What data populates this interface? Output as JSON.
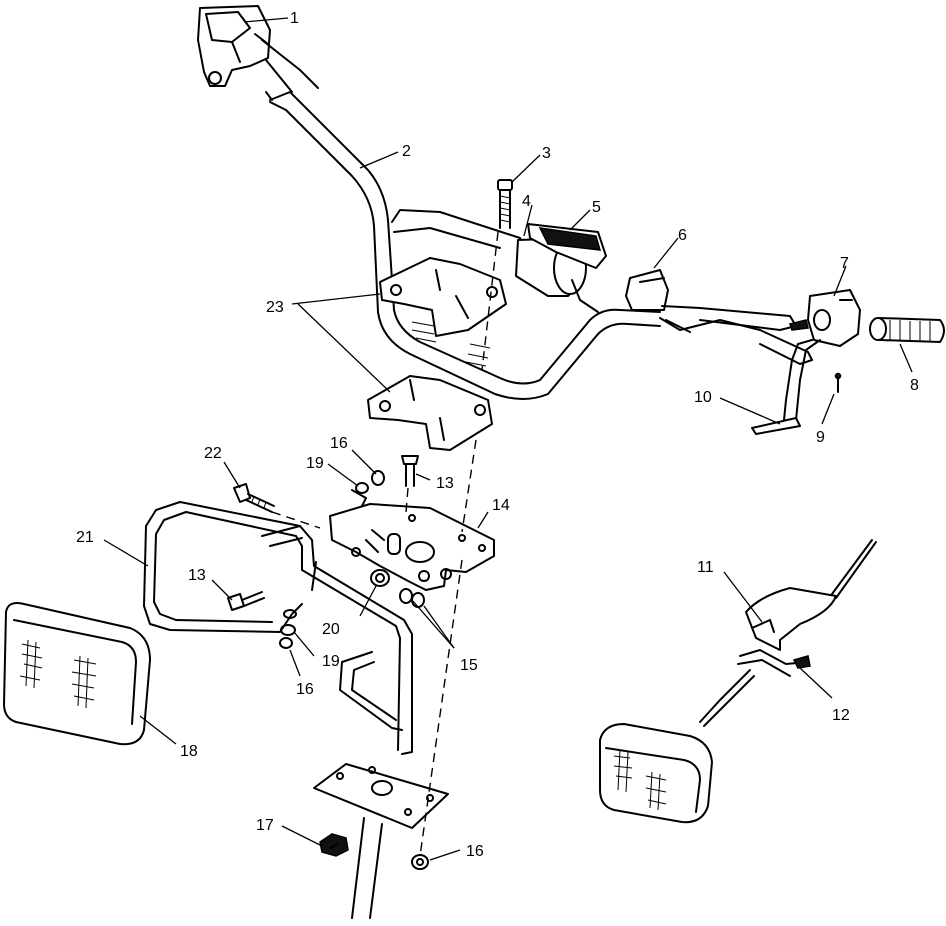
{
  "diagram": {
    "callouts": [
      {
        "id": "c1",
        "label": "1"
      },
      {
        "id": "c2",
        "label": "2"
      },
      {
        "id": "c3",
        "label": "3"
      },
      {
        "id": "c4",
        "label": "4"
      },
      {
        "id": "c5",
        "label": "5"
      },
      {
        "id": "c6",
        "label": "6"
      },
      {
        "id": "c7",
        "label": "7"
      },
      {
        "id": "c8",
        "label": "8"
      },
      {
        "id": "c9",
        "label": "9"
      },
      {
        "id": "c10",
        "label": "10"
      },
      {
        "id": "c11",
        "label": "11"
      },
      {
        "id": "c12",
        "label": "12"
      },
      {
        "id": "c13a",
        "label": "13"
      },
      {
        "id": "c13b",
        "label": "13"
      },
      {
        "id": "c14",
        "label": "14"
      },
      {
        "id": "c15",
        "label": "15"
      },
      {
        "id": "c16a",
        "label": "16"
      },
      {
        "id": "c16b",
        "label": "16"
      },
      {
        "id": "c16c",
        "label": "16"
      },
      {
        "id": "c17",
        "label": "17"
      },
      {
        "id": "c18",
        "label": "18"
      },
      {
        "id": "c19a",
        "label": "19"
      },
      {
        "id": "c19b",
        "label": "19"
      },
      {
        "id": "c20",
        "label": "20"
      },
      {
        "id": "c21",
        "label": "21"
      },
      {
        "id": "c22",
        "label": "22"
      },
      {
        "id": "c23",
        "label": "23"
      }
    ]
  }
}
